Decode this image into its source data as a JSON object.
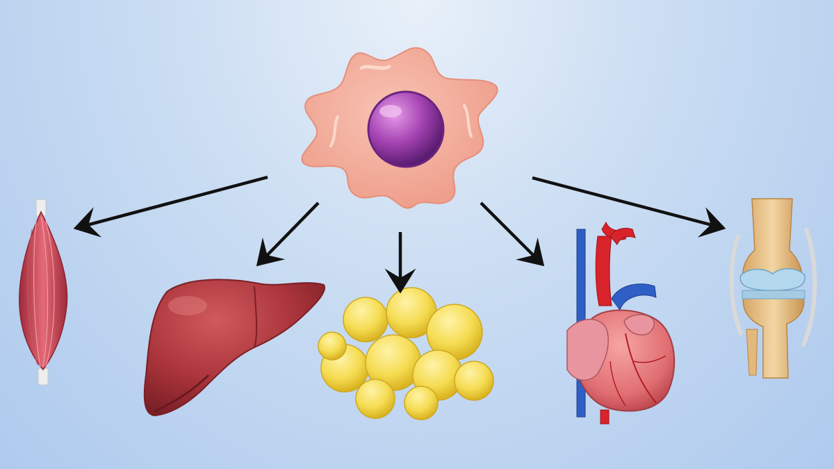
{
  "diagram": {
    "nodes": [
      {
        "id": "stem-cell",
        "icon": "stem-cell-icon"
      },
      {
        "id": "muscle",
        "icon": "muscle-icon"
      },
      {
        "id": "liver",
        "icon": "liver-icon"
      },
      {
        "id": "fat",
        "icon": "fat-tissue-icon"
      },
      {
        "id": "heart",
        "icon": "heart-icon"
      },
      {
        "id": "knee",
        "icon": "knee-joint-icon"
      }
    ],
    "edges": [
      {
        "from": "stem-cell",
        "to": "muscle"
      },
      {
        "from": "stem-cell",
        "to": "liver"
      },
      {
        "from": "stem-cell",
        "to": "fat"
      },
      {
        "from": "stem-cell",
        "to": "heart"
      },
      {
        "from": "stem-cell",
        "to": "knee"
      }
    ]
  },
  "colors": {
    "background": "#c9dcf2",
    "cell_body": "#f2aa98",
    "nucleus": "#9a3aa6",
    "muscle": "#c4404e",
    "liver": "#a8333a",
    "fat": "#f3d74a",
    "heart": "#e4777a",
    "artery": "#d8232a",
    "vein": "#2f5fc4",
    "bone": "#e6bf86",
    "cartilage": "#b3d7ec",
    "arrow": "#111111"
  }
}
